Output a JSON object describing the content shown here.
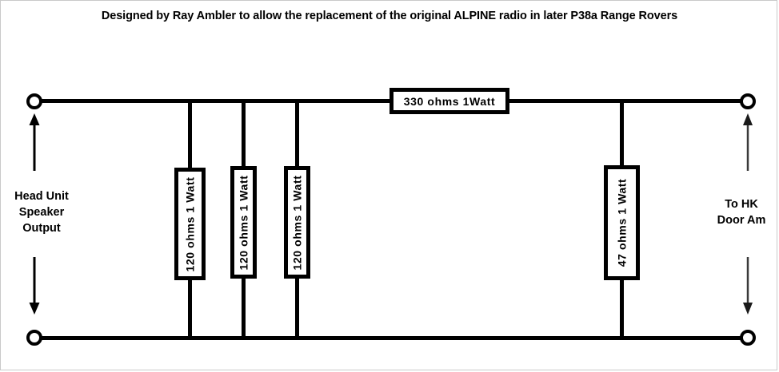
{
  "title": "Designed by Ray Ambler to allow the replacement of the original ALPINE radio in later P38a Range Rovers",
  "colors": {
    "ink": "#000000",
    "background": "#ffffff",
    "arrow_right": "#3a3a3a",
    "border": "#c9c9c9"
  },
  "labels": {
    "left_terminal": "Head Unit\nSpeaker\nOutput",
    "left_terminal_lines": [
      "Head Unit",
      "Speaker",
      "Output"
    ],
    "right_terminal_lines": [
      "To HK",
      "Door Am"
    ]
  },
  "components": [
    {
      "id": "r-series-330",
      "designation": "series-resistor",
      "value": "330 ohms 1Watt",
      "orientation": "horizontal",
      "position": "top-rail-right-of-shunts"
    },
    {
      "id": "r-shunt-1",
      "designation": "shunt-resistor",
      "value": "120 ohms 1 Watt",
      "orientation": "vertical",
      "position": "shunt-branch-1"
    },
    {
      "id": "r-shunt-2",
      "designation": "shunt-resistor",
      "value": "120 ohms 1 Watt",
      "orientation": "vertical",
      "position": "shunt-branch-2"
    },
    {
      "id": "r-shunt-3",
      "designation": "shunt-resistor",
      "value": "120 ohms 1 Watt",
      "orientation": "vertical",
      "position": "shunt-branch-3"
    },
    {
      "id": "r-shunt-4",
      "designation": "shunt-resistor",
      "value": "47 ohms 1 Watt",
      "orientation": "vertical",
      "position": "shunt-branch-4-output-side"
    }
  ],
  "terminals": [
    {
      "id": "terminal-in-positive",
      "side": "left",
      "rail": "top"
    },
    {
      "id": "terminal-in-negative",
      "side": "left",
      "rail": "bottom"
    },
    {
      "id": "terminal-out-positive",
      "side": "right",
      "rail": "top"
    },
    {
      "id": "terminal-out-negative",
      "side": "right",
      "rail": "bottom"
    }
  ],
  "arrows": [
    {
      "id": "arrow-left-up",
      "direction": "up",
      "side": "left"
    },
    {
      "id": "arrow-left-down",
      "direction": "down",
      "side": "left"
    },
    {
      "id": "arrow-right-up",
      "direction": "up",
      "side": "right"
    },
    {
      "id": "arrow-right-down",
      "direction": "down",
      "side": "right"
    }
  ]
}
